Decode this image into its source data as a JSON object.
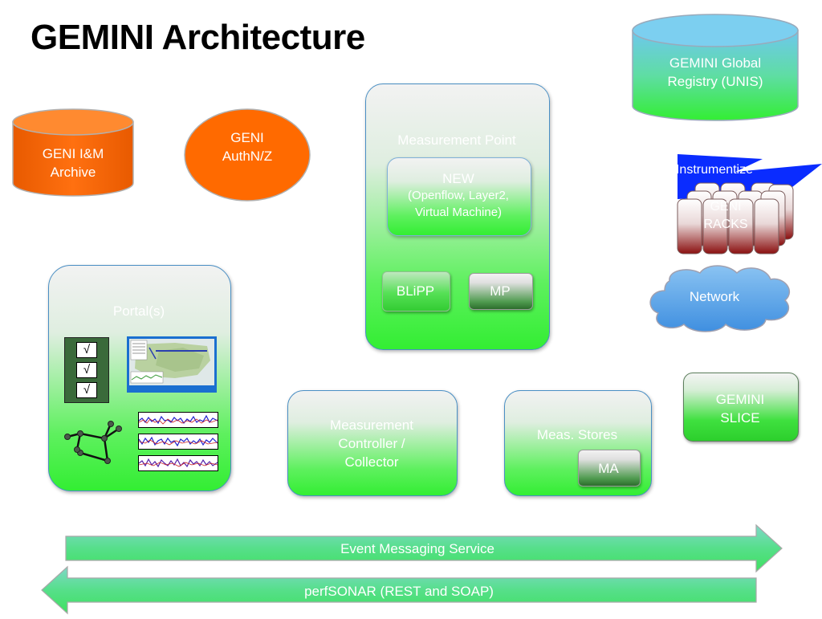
{
  "slide": {
    "title": "GEMINI Architecture"
  },
  "nodes": {
    "geni_im_archive": {
      "line1": "GENI I&M",
      "line2": "Archive"
    },
    "geni_authnz": {
      "line1": "GENI",
      "line2": "AuthN/Z"
    },
    "measurement_point": {
      "label": "Measurement Point",
      "new_title": "NEW",
      "new_line2": "(Openflow, Layer2,",
      "new_line3": "Virtual Machine)",
      "blipp": "BLiPP",
      "mp": "MP"
    },
    "global_registry": {
      "line1": "GEMINI Global",
      "line2": "Registry (UNIS)"
    },
    "instrumentize": "Instrumentize",
    "geni_racks": {
      "line1": "GENI",
      "line2": "RACKS"
    },
    "network": "Network",
    "portal": {
      "label": "Portal(s)",
      "checks": [
        "√",
        "√",
        "√"
      ]
    },
    "measurement_controller": {
      "line1": "Measurement",
      "line2": "Controller /",
      "line3": "Collector"
    },
    "meas_stores": {
      "label": "Meas. Stores",
      "ma": "MA"
    },
    "gemini_slice": {
      "line1": "GEMINI",
      "line2": "SLICE"
    },
    "event_messaging": "Event Messaging Service",
    "perfsonar": "perfSONAR (REST and SOAP)"
  },
  "colors": {
    "orange": "#ff6a00",
    "green": "#33ee33",
    "blue_border": "#4a8fc4",
    "arrow_green": "#4fe07a",
    "cloud_blue": "#5aa6e6",
    "instrumentize_blue": "#0a2cff"
  }
}
